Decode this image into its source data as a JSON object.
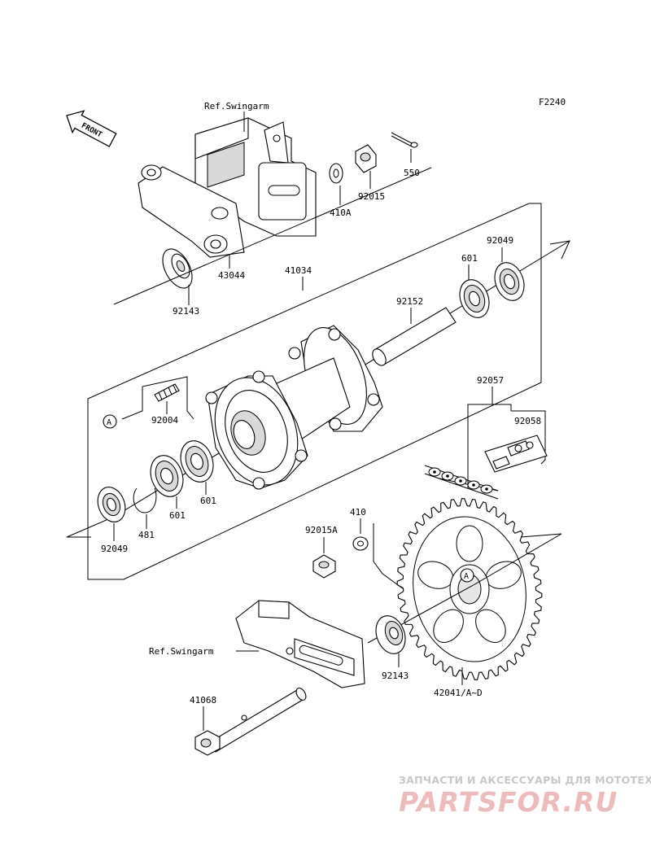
{
  "diagram_code": "F2240",
  "front_label": "FRONT",
  "ref_labels": {
    "swingarm_top": "Ref.Swingarm",
    "swingarm_bottom": "Ref.Swingarm"
  },
  "callout_letter": "A",
  "parts": [
    {
      "id": "550",
      "label": "550"
    },
    {
      "id": "92015",
      "label": "92015"
    },
    {
      "id": "410A",
      "label": "410A"
    },
    {
      "id": "43044",
      "label": "43044"
    },
    {
      "id": "92143-top",
      "label": "92143"
    },
    {
      "id": "41034",
      "label": "41034"
    },
    {
      "id": "92049-top",
      "label": "92049"
    },
    {
      "id": "601-top",
      "label": "601"
    },
    {
      "id": "92152",
      "label": "92152"
    },
    {
      "id": "92004",
      "label": "92004"
    },
    {
      "id": "92057",
      "label": "92057"
    },
    {
      "id": "92058",
      "label": "92058"
    },
    {
      "id": "601-mid",
      "label": "601"
    },
    {
      "id": "601-low",
      "label": "601"
    },
    {
      "id": "481",
      "label": "481"
    },
    {
      "id": "92049-bottom",
      "label": "92049"
    },
    {
      "id": "410",
      "label": "410"
    },
    {
      "id": "92015A",
      "label": "92015A"
    },
    {
      "id": "92143-bottom",
      "label": "92143"
    },
    {
      "id": "42041",
      "label": "42041/A~D"
    },
    {
      "id": "41068",
      "label": "41068"
    }
  ],
  "watermark": {
    "tagline": "ЗАПЧАСТИ И АКСЕССУАРЫ ДЛЯ МОТОТЕХНИКИ",
    "logo": "PARTSFOR.RU"
  }
}
